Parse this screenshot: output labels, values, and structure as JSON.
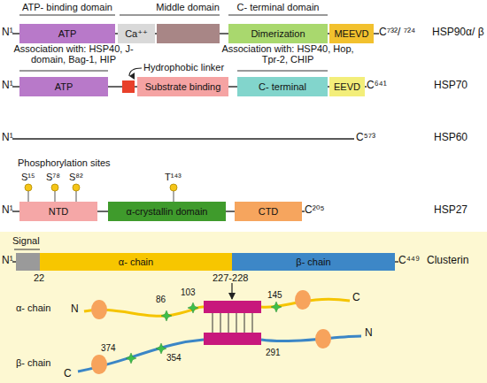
{
  "diagram": {
    "nodes": [
      {
        "text": [
          "ATP"
        ]
      },
      {
        "text": [
          "Ca⁺⁺"
        ]
      },
      {
        "text": [
          "Dimerization"
        ]
      },
      {
        "text": [
          "MEEVD"
        ]
      },
      {
        "text": [
          "ATP"
        ]
      },
      {
        "text": [
          "Substrate binding"
        ]
      },
      {
        "text": [
          "C- terminal"
        ]
      },
      {
        "text": [
          "EEVD"
        ]
      },
      {
        "text": [
          "NTD"
        ]
      },
      {
        "text": [
          "α-crystallin domain"
        ]
      },
      {
        "text": [
          "CTD"
        ]
      },
      {
        "text": [
          "α- chain"
        ]
      },
      {
        "text": [
          "β- chain"
        ]
      }
    ],
    "labels": [
      "ATP- binding domain",
      "Middle domain",
      "C- terminal domain",
      "N¹",
      "C⁷³²/ ⁷²⁴",
      "HSP90α/ β",
      "Association with: HSP40, J-domain, Bag-1, HIP",
      "Hydrophobic linker",
      "Association with: HSP40, Hop, Tpr-2, CHIP",
      "N¹",
      "C⁶⁴¹",
      "HSP70",
      "N¹",
      "C⁵⁷³",
      "HSP60",
      "Phosphorylation sites",
      "S¹⁵",
      "S⁷⁸",
      "S⁸²",
      "T¹⁴³",
      "N¹",
      "C²⁰⁵",
      "HSP27",
      "Signal",
      "N¹",
      "22",
      "227-228",
      "C⁴⁴⁹",
      "Clusterin",
      "α- chain",
      "N",
      "86",
      "103",
      "C",
      "145",
      "291",
      "N",
      "374",
      "354",
      "β- chain",
      "C"
    ]
  }
}
